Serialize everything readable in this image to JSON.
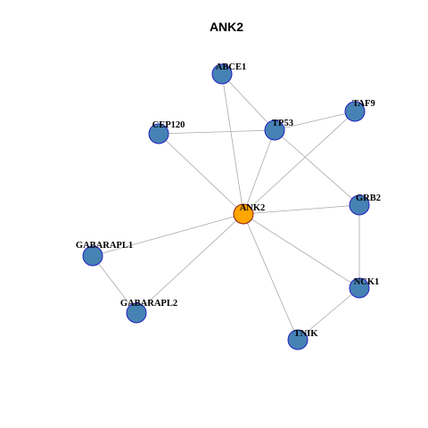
{
  "title": "ANK2",
  "colors": {
    "hub_fill": "#FFA500",
    "hub_stroke": "#8B1A1A",
    "node_fill": "#4682B4",
    "node_stroke": "#2020C0",
    "edge": "#A9A9A9"
  },
  "nodes": [
    {
      "id": "ANK2",
      "label": "ANK2",
      "hub": true
    },
    {
      "id": "ABCE1",
      "label": "ABCE1"
    },
    {
      "id": "TAF9",
      "label": "TAF9"
    },
    {
      "id": "CEP120",
      "label": "CEP120"
    },
    {
      "id": "TP53",
      "label": "TP53"
    },
    {
      "id": "GRB2",
      "label": "GRB2"
    },
    {
      "id": "GABARAPL1",
      "label": "GABARAPL1"
    },
    {
      "id": "GABARAPL2",
      "label": "GABARAPL2"
    },
    {
      "id": "NCK1",
      "label": "NCK1"
    },
    {
      "id": "TNIK",
      "label": "TNIK"
    }
  ],
  "edges": [
    [
      "ANK2",
      "ABCE1"
    ],
    [
      "ANK2",
      "TAF9"
    ],
    [
      "ANK2",
      "CEP120"
    ],
    [
      "ANK2",
      "TP53"
    ],
    [
      "ANK2",
      "GRB2"
    ],
    [
      "ANK2",
      "GABARAPL1"
    ],
    [
      "ANK2",
      "GABARAPL2"
    ],
    [
      "ANK2",
      "NCK1"
    ],
    [
      "ANK2",
      "TNIK"
    ],
    [
      "ABCE1",
      "TP53"
    ],
    [
      "TP53",
      "TAF9"
    ],
    [
      "CEP120",
      "TP53"
    ],
    [
      "TP53",
      "GRB2"
    ],
    [
      "GRB2",
      "NCK1"
    ],
    [
      "NCK1",
      "TNIK"
    ],
    [
      "GABARAPL1",
      "GABARAPL2"
    ]
  ]
}
